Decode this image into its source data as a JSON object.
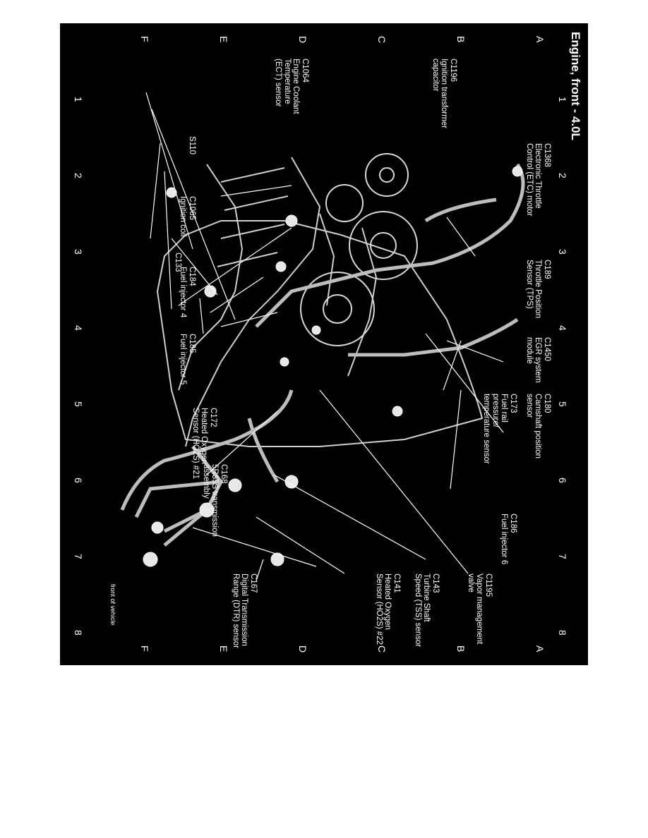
{
  "title": "Engine, front - 4.0L",
  "grid": {
    "columns": [
      "1",
      "2",
      "3",
      "4",
      "5",
      "6",
      "7",
      "8"
    ],
    "rows": [
      "A",
      "B",
      "C",
      "D",
      "E",
      "F"
    ]
  },
  "callouts": [
    {
      "id": "C1196",
      "lines": [
        "Ignition transformer",
        "capacitor"
      ]
    },
    {
      "id": "C1064",
      "lines": [
        "Engine Coolant",
        "Temperature",
        "(ECT) sensor"
      ]
    },
    {
      "id": "C1368",
      "lines": [
        "Electronic Throttle",
        "Control (ETC) motor"
      ]
    },
    {
      "id": "S110",
      "lines": []
    },
    {
      "id": "C1065",
      "lines": [
        "Ignition coil"
      ]
    },
    {
      "id": "C189",
      "lines": [
        "Throttle Position",
        "Sensor (TPS)"
      ]
    },
    {
      "id": "C133",
      "lines": []
    },
    {
      "id": "C184",
      "lines": [
        "Fuel injector 4"
      ]
    },
    {
      "id": "C1450",
      "lines": [
        "EGR system",
        "module"
      ]
    },
    {
      "id": "C185",
      "lines": [
        "Fuel injector 5"
      ]
    },
    {
      "id": "C180",
      "lines": [
        "Camshaft position",
        "sensor"
      ]
    },
    {
      "id": "C173",
      "lines": [
        "Fuel rail",
        "pressure/",
        "temperature sensor"
      ]
    },
    {
      "id": "C172",
      "lines": [
        "Heated Oxygen",
        "Sensor (HO2S) #21"
      ]
    },
    {
      "id": "C168",
      "lines": [
        "5R55S transmission",
        "assembly"
      ]
    },
    {
      "id": "C186",
      "lines": [
        "Fuel injector 6"
      ]
    },
    {
      "id": "C1195",
      "lines": [
        "Vapor management",
        "valve"
      ]
    },
    {
      "id": "C143",
      "lines": [
        "Turbine Shaft",
        "Speed (TSS) sensor"
      ]
    },
    {
      "id": "C141",
      "lines": [
        "Heated Oxygen",
        "Sensor (HO2S) #22"
      ]
    },
    {
      "id": "C167",
      "lines": [
        "Digital Transmission",
        "Range (DTR) sensor"
      ]
    }
  ],
  "orientation_note": "front of vehicle",
  "colors": {
    "background": "#000000",
    "text": "#ffffff",
    "page": "#ffffff"
  }
}
